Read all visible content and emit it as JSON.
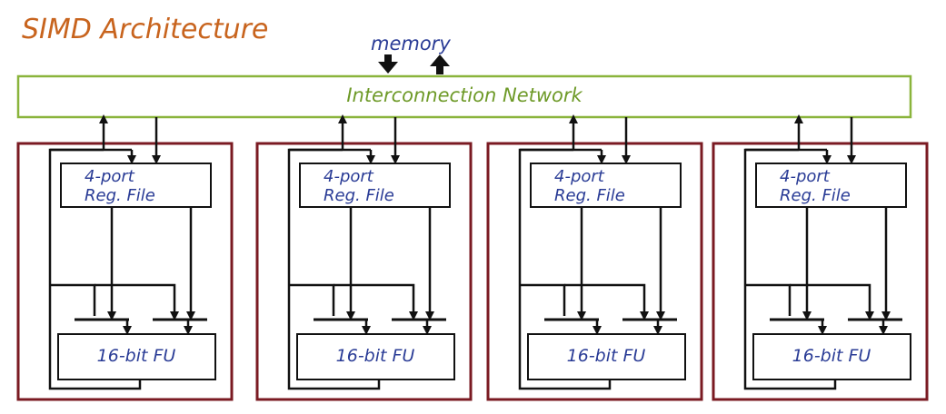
{
  "title": "SIMD Architecture",
  "memory_label": "memory",
  "network_label": "Interconnection Network",
  "processing_elements": [
    {
      "regfile_line1": "4-port",
      "regfile_line2": "Reg. File",
      "fu_label": "16-bit  FU"
    },
    {
      "regfile_line1": "4-port",
      "regfile_line2": "Reg. File",
      "fu_label": "16-bit  FU"
    },
    {
      "regfile_line1": "4-port",
      "regfile_line2": "Reg. File",
      "fu_label": "16-bit  FU"
    },
    {
      "regfile_line1": "4-port",
      "regfile_line2": "Reg. File",
      "fu_label": "16-bit  FU"
    }
  ],
  "colors": {
    "title": "#c8641e",
    "label": "#2a3c96",
    "network_border": "#8ab43c",
    "network_text": "#6e9a28",
    "pe_border": "#7a1a22",
    "wire": "#111111"
  }
}
